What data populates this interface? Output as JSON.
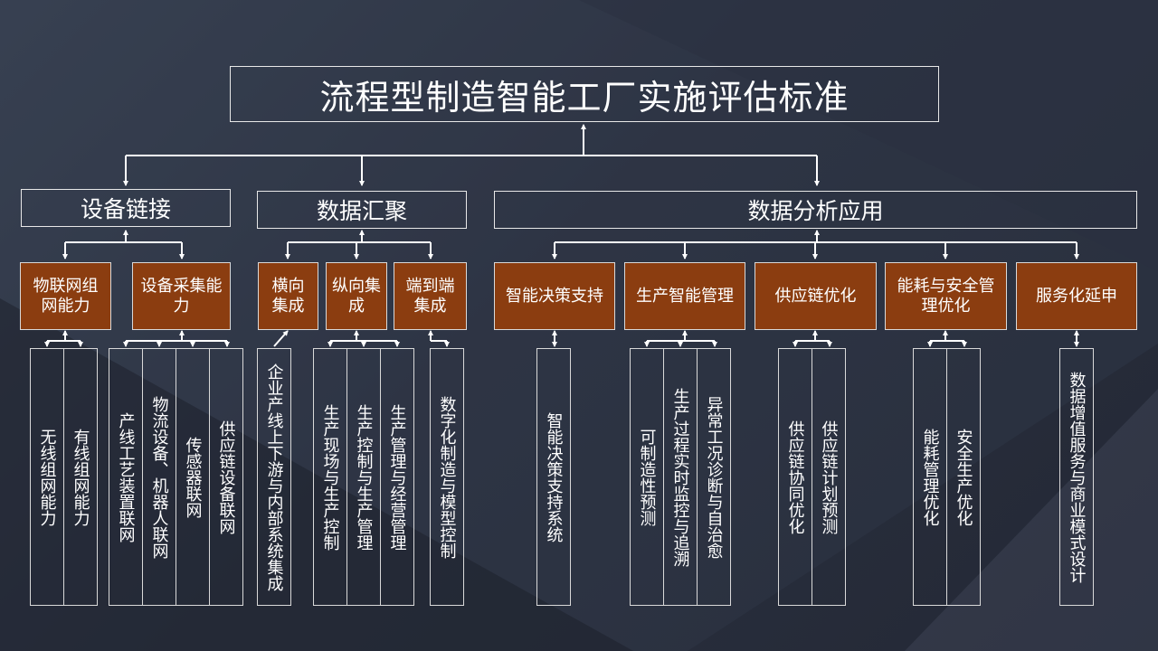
{
  "title": "流程型制造智能工厂实施评估标准",
  "level1": [
    "设备链接",
    "数据汇聚",
    "数据分析应用"
  ],
  "categories": [
    "物联网组网能力",
    "设备采集能力",
    "横向集成",
    "纵向集成",
    "端到端集成",
    "智能决策支持",
    "生产智能管理",
    "供应链优化",
    "能耗与安全管理优化",
    "服务化延申"
  ],
  "leaves": [
    "无线组网能力",
    "有线组网能力",
    "产线工艺装置联网",
    "物流设备、机器人联网",
    "传感器联网",
    "供应链设备联网",
    "企业产线上下游与内部系统集成",
    "生产现场与生产控制",
    "生产控制与生产管理",
    "生产管理与经营管理",
    "数字化制造与模型控制",
    "智能决策支持系统",
    "可制造性预测",
    "生产过程实时监控与追溯",
    "异常工况诊断与自治愈",
    "供应链协同优化",
    "供应链计划预测",
    "能耗管理优化",
    "安全生产优化",
    "数据增值服务与商业模式设计"
  ],
  "colors": {
    "category_fill": "#8b3d10",
    "border": "#e8e8e8",
    "connector": "#ffffff"
  }
}
